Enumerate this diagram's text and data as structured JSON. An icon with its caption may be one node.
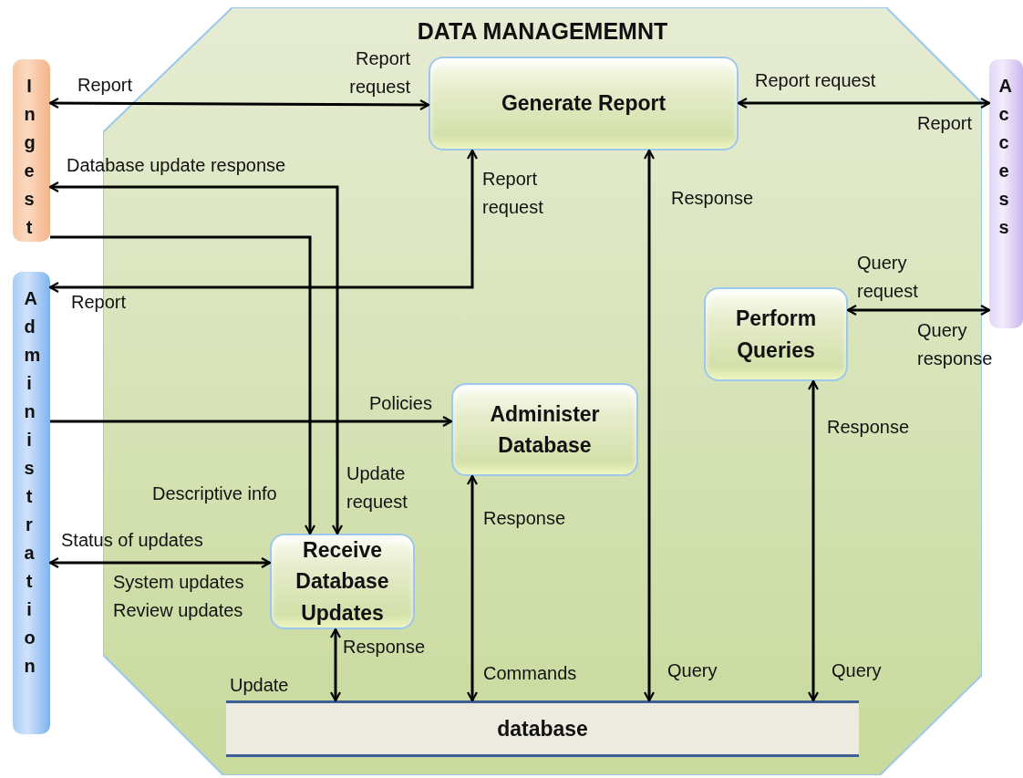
{
  "diagram": {
    "nodes": [
      {
        "text": [
          "Ingest"
        ]
      },
      {
        "text": [
          "Administration"
        ]
      },
      {
        "text": [
          "DATA MANAGEMEMNT"
        ]
      },
      {
        "text": [
          "Generate Report"
        ],
        "in": 2
      },
      {
        "text": [
          "Perform Queries"
        ],
        "in": 2
      },
      {
        "text": [
          "Administer Database"
        ],
        "in": 2
      },
      {
        "text": [
          "Receive Database Updates"
        ],
        "in": 2
      },
      {
        "text": [
          "database"
        ],
        "in": 2
      },
      {
        "text": [
          "Access"
        ]
      }
    ],
    "edges": [
      {
        "from": 0,
        "to": 3,
        "arrow": "both",
        "label": "Report"
      },
      {
        "from": 0,
        "to": 6,
        "arrow": "both",
        "label": "Database update response"
      },
      {
        "from": 0,
        "to": 6,
        "arrow": "to",
        "label": "Descriptive info"
      },
      {
        "from": 1,
        "to": 3,
        "arrow": "both",
        "label": "Report request"
      },
      {
        "from": 1,
        "to": 5,
        "arrow": "to",
        "label": "Policies"
      },
      {
        "from": 1,
        "to": 6,
        "arrow": "both",
        "label": "Status of updates"
      },
      {
        "from": 6,
        "to": 7,
        "arrow": "both",
        "label": "Response"
      },
      {
        "from": 5,
        "to": 7,
        "arrow": "both",
        "label": "Response"
      },
      {
        "from": 3,
        "to": 7,
        "arrow": "both",
        "label": "Response"
      },
      {
        "from": 4,
        "to": 7,
        "arrow": "both",
        "label": "Response"
      },
      {
        "from": 3,
        "to": 8,
        "arrow": "both",
        "label": "Report request"
      },
      {
        "from": 4,
        "to": 8,
        "arrow": "both",
        "label": "Query request"
      }
    ],
    "labels": [
      "Report request",
      "Report",
      "Report",
      "Query response",
      "Update request",
      "System updates",
      "Review updates",
      "Commands",
      "Update",
      "Query",
      "Query"
    ]
  }
}
